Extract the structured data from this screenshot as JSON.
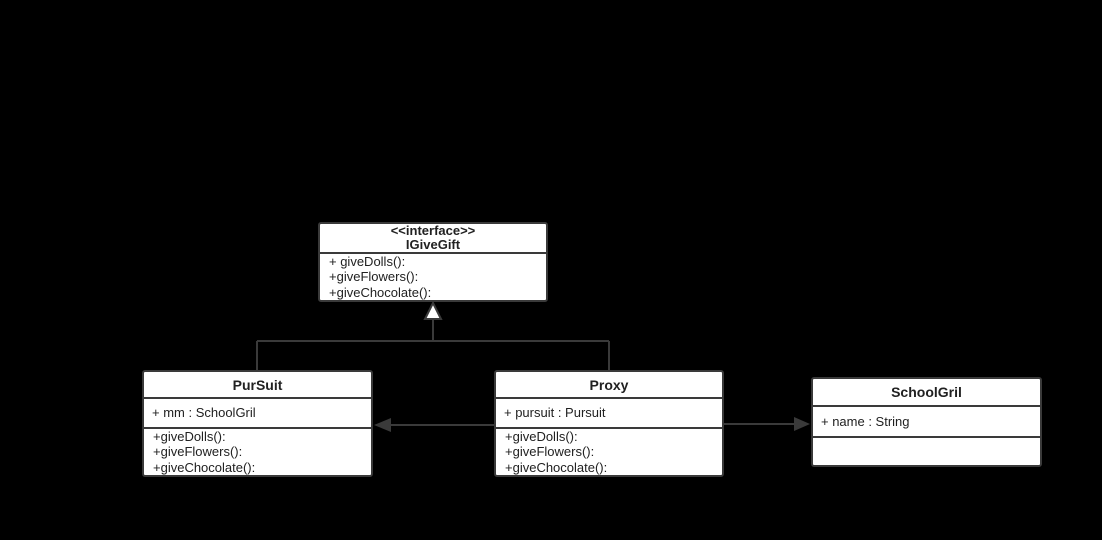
{
  "diagram": {
    "kind": "uml-class-diagram",
    "colors": {
      "background": "#000000",
      "box_fill": "#ffffff",
      "border_and_lines": "#3a3a3a",
      "text": "#212121"
    },
    "classes": {
      "igivegift": {
        "stereotype": "<<interface>>",
        "name": "IGiveGift",
        "methods": [
          "+ giveDolls():",
          "+giveFlowers():",
          "+giveChocolate():"
        ]
      },
      "pursuit": {
        "name": "PurSuit",
        "attributes": [
          "+ mm : SchoolGril"
        ],
        "methods": [
          "+giveDolls():",
          "+giveFlowers():",
          "+giveChocolate():"
        ]
      },
      "proxy": {
        "name": "Proxy",
        "attributes": [
          "+ pursuit : Pursuit"
        ],
        "methods": [
          "+giveDolls():",
          "+giveFlowers():",
          "+giveChocolate():"
        ]
      },
      "schoolgril": {
        "name": "SchoolGril",
        "attributes": [
          "+ name : String"
        ],
        "methods": []
      }
    },
    "relations": [
      {
        "type": "realization",
        "from": "PurSuit",
        "to": "IGiveGift",
        "arrowhead": "hollow-triangle"
      },
      {
        "type": "realization",
        "from": "Proxy",
        "to": "IGiveGift",
        "arrowhead": "hollow-triangle"
      },
      {
        "type": "directed-association",
        "from": "Proxy",
        "to": "PurSuit",
        "arrowhead": "filled-triangle"
      },
      {
        "type": "directed-association",
        "from": "Proxy",
        "to": "SchoolGril",
        "arrowhead": "filled-triangle"
      }
    ]
  }
}
